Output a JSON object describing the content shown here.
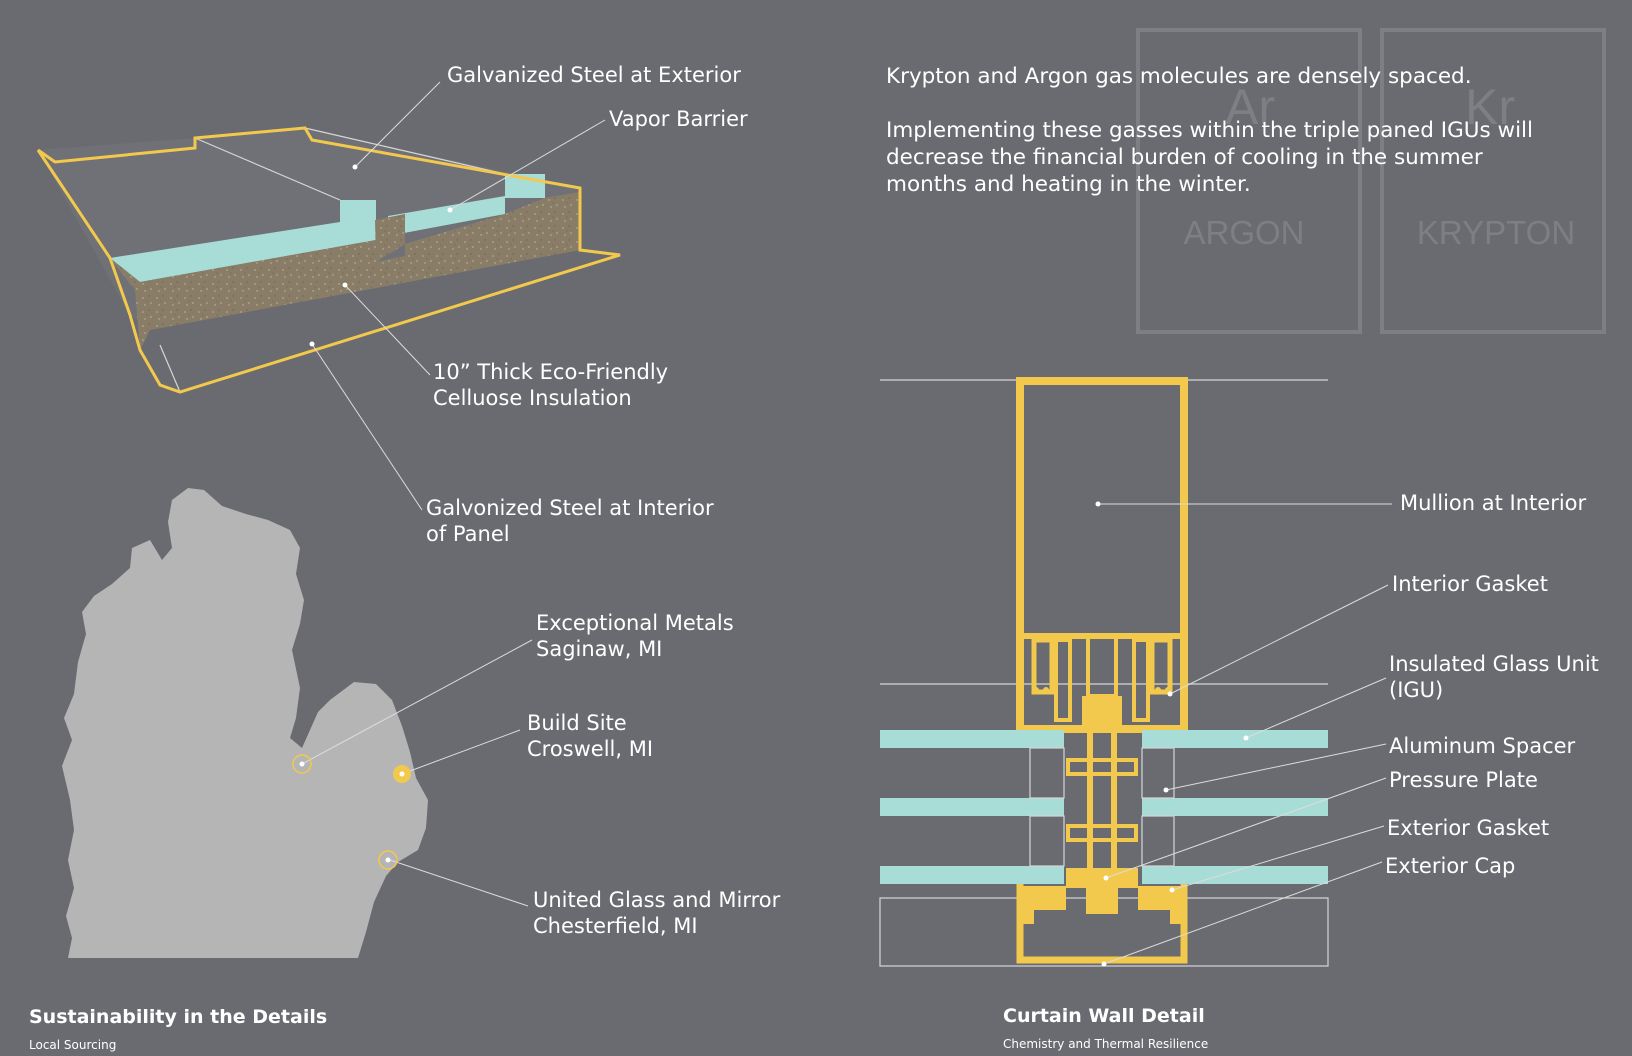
{
  "panel_labels": {
    "galv_exterior": "Galvanized Steel at Exterior",
    "vapor_barrier": "Vapor Barrier",
    "insulation_1": "10” Thick Eco-Friendly",
    "insulation_2": "Celluose Insulation",
    "galv_interior_1": "Galvonized Steel at Interior",
    "galv_interior_2": "of Panel"
  },
  "map_labels": {
    "metals_1": "Exceptional Metals",
    "metals_2": "Saginaw, MI",
    "build_1": "Build Site",
    "build_2": "Croswell, MI",
    "glass_1": "United Glass and Mirror",
    "glass_2": "Chesterfield, MI"
  },
  "gas_text": {
    "line1": "Krypton and Argon gas molecules are densely spaced.",
    "line2": "Implementing these gasses within the triple paned IGUs will",
    "line3": "decrease the financial burden of cooling in the summer",
    "line4": "months and heating in the winter."
  },
  "gas_cards": [
    {
      "symbol": "Ar",
      "name": "ARGON"
    },
    {
      "symbol": "Kr",
      "name": "KRYPTON"
    }
  ],
  "curtain_labels": {
    "mullion": "Mullion at Interior",
    "interior_gasket": "Interior Gasket",
    "igu_1": "Insulated Glass Unit",
    "igu_2": "(IGU)",
    "spacer": "Aluminum Spacer",
    "pressure_plate": "Pressure Plate",
    "exterior_gasket": "Exterior Gasket",
    "exterior_cap": "Exterior Cap"
  },
  "captions": {
    "left_title": "Sustainability in the Details",
    "left_sub": "Local Sourcing",
    "right_title": "Curtain Wall Detail",
    "right_sub": "Chemistry and Thermal Resilience"
  },
  "colors": {
    "background": "#6a6b70",
    "accent_yellow": "#f2c94c",
    "glass": "#a8dcd6",
    "insulation": "#8a7d68",
    "map": "#b5b5b5"
  }
}
